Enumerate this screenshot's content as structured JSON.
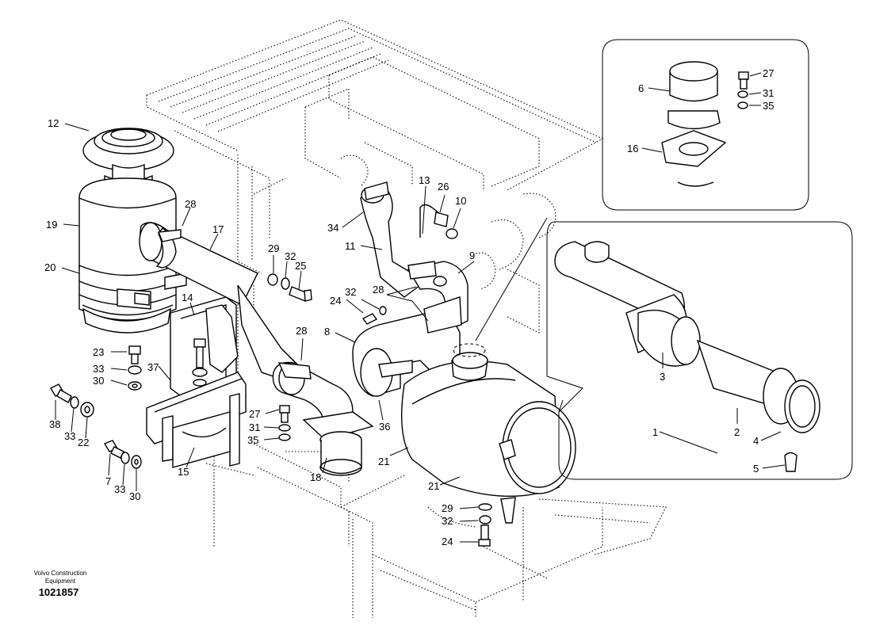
{
  "publisher": {
    "line1": "Volvo Construction",
    "line2": "Equipment"
  },
  "document_number": "1021857",
  "callouts": [
    {
      "id": "c12",
      "text": "12"
    },
    {
      "id": "c19",
      "text": "19"
    },
    {
      "id": "c20",
      "text": "20"
    },
    {
      "id": "c28a",
      "text": "28"
    },
    {
      "id": "c17",
      "text": "17"
    },
    {
      "id": "c14",
      "text": "14"
    },
    {
      "id": "c23",
      "text": "23"
    },
    {
      "id": "c33a",
      "text": "33"
    },
    {
      "id": "c30a",
      "text": "30"
    },
    {
      "id": "c37",
      "text": "37"
    },
    {
      "id": "c38",
      "text": "38"
    },
    {
      "id": "c33b",
      "text": "33"
    },
    {
      "id": "c22",
      "text": "22"
    },
    {
      "id": "c7",
      "text": "7"
    },
    {
      "id": "c33c",
      "text": "33"
    },
    {
      "id": "c30b",
      "text": "30"
    },
    {
      "id": "c15",
      "text": "15"
    },
    {
      "id": "c29a",
      "text": "29"
    },
    {
      "id": "c32a",
      "text": "32"
    },
    {
      "id": "c25",
      "text": "25"
    },
    {
      "id": "c28b",
      "text": "28"
    },
    {
      "id": "c27a",
      "text": "27"
    },
    {
      "id": "c31a",
      "text": "31"
    },
    {
      "id": "c35a",
      "text": "35"
    },
    {
      "id": "c18",
      "text": "18"
    },
    {
      "id": "c34",
      "text": "34"
    },
    {
      "id": "c13",
      "text": "13"
    },
    {
      "id": "c26",
      "text": "26"
    },
    {
      "id": "c10",
      "text": "10"
    },
    {
      "id": "c11",
      "text": "11"
    },
    {
      "id": "c9",
      "text": "9"
    },
    {
      "id": "c32b",
      "text": "32"
    },
    {
      "id": "c24a",
      "text": "24"
    },
    {
      "id": "c28c",
      "text": "28"
    },
    {
      "id": "c8",
      "text": "8"
    },
    {
      "id": "c36",
      "text": "36"
    },
    {
      "id": "c21a",
      "text": "21"
    },
    {
      "id": "c21b",
      "text": "21"
    },
    {
      "id": "c29b",
      "text": "29"
    },
    {
      "id": "c32c",
      "text": "32"
    },
    {
      "id": "c24b",
      "text": "24"
    },
    {
      "id": "c6",
      "text": "6"
    },
    {
      "id": "c27b",
      "text": "27"
    },
    {
      "id": "c31b",
      "text": "31"
    },
    {
      "id": "c35b",
      "text": "35"
    },
    {
      "id": "c16",
      "text": "16"
    },
    {
      "id": "c3",
      "text": "3"
    },
    {
      "id": "c2",
      "text": "2"
    },
    {
      "id": "c1",
      "text": "1"
    },
    {
      "id": "c4",
      "text": "4"
    },
    {
      "id": "c5",
      "text": "5"
    }
  ]
}
